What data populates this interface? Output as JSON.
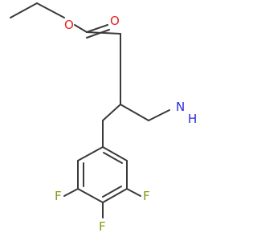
{
  "molecule": {
    "atoms": {
      "carbonyl_oxygen": "O",
      "ester_oxygen": "O",
      "amine_nitrogen": "N",
      "amine_hydrogen": "H",
      "fluorine_left": "F",
      "fluorine_right": "F",
      "fluorine_bottom": "F"
    }
  },
  "colors": {
    "bond": "#3a3a3a",
    "oxygen": "#e8211c",
    "nitrogen": "#2d2ddc",
    "fluorine": "#7c9e12"
  }
}
